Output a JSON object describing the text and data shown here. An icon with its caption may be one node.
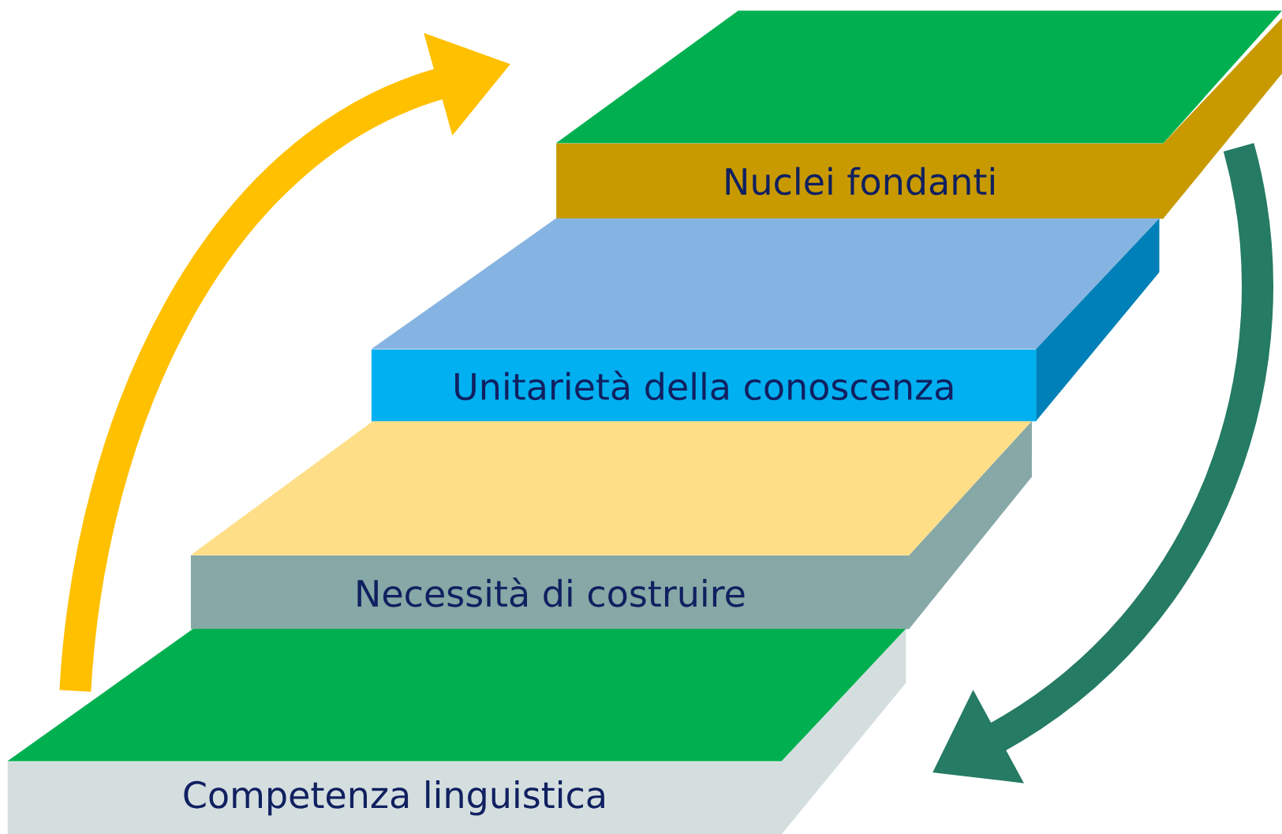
{
  "diagram": {
    "nodes": [
      {
        "text": [
          "Nuclei fondanti"
        ]
      },
      {
        "text": [
          "Unitarietà della conoscenza"
        ]
      },
      {
        "text": [
          "Necessità di costruire"
        ]
      },
      {
        "text": [
          "Competenza linguistica"
        ]
      }
    ],
    "edges": [
      {
        "from": 3,
        "to": 0,
        "arrow": "to",
        "color": "#ffc000"
      },
      {
        "from": 0,
        "to": 3,
        "arrow": "to",
        "color": "#257b63"
      }
    ]
  }
}
